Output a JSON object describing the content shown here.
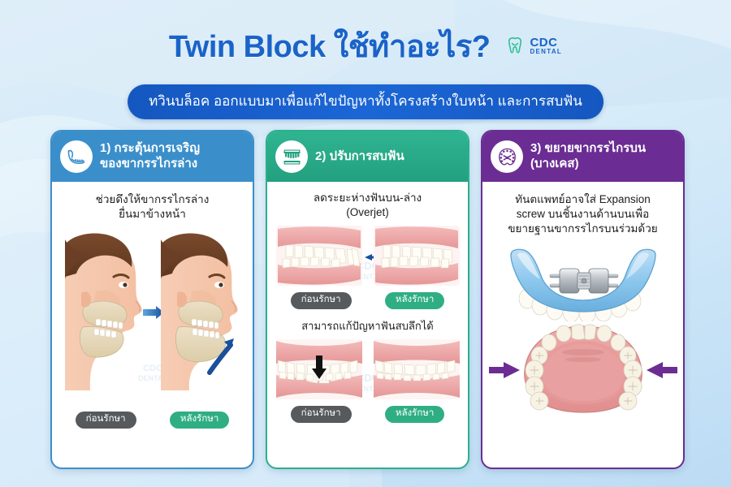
{
  "header": {
    "title_en": "Twin Block ",
    "title_th": "ใช้ทำอะไร?",
    "subtitle": "ทวินบล็อค ออกแบบมาเพื่อแก้ไขปัญหาทั้งโครงสร้างใบหน้า และการสบฟัน",
    "logo": {
      "name": "CDC",
      "tagline": "DENTAL",
      "icon": "tooth-icon"
    }
  },
  "colors": {
    "brand_blue": "#1a63c8",
    "card1": "#3a8fcb",
    "card2": "#2ab08c",
    "card3": "#6b2d93",
    "pill_before": "#565a5d",
    "pill_after": "#2fae84",
    "background_top": "#eaf5fb",
    "background_bottom": "#bcdcf4"
  },
  "labels": {
    "before": "ก่อนรักษา",
    "after": "หลังรักษา"
  },
  "watermark": "CDC DENTAL",
  "cards": [
    {
      "number": "1)",
      "icon": "mandible-jaw-icon",
      "title": "1) กระตุ้นการเจริญ\nของขากรรไกรล่าง",
      "title_line1": "1) กระตุ้นการเจริญ",
      "title_line2": "ของขากรรไกรล่าง",
      "body_line1": "ช่วยดึงให้ขากรรไกรล่าง",
      "body_line2": "ยื่นมาข้างหน้า",
      "illustration": "side-profile-face-before-after",
      "before_label": "ก่อนรักษา",
      "after_label": "หลังรักษา"
    },
    {
      "number": "2)",
      "icon": "braces-teeth-icon",
      "title": "2) ปรับการสบฟัน",
      "title_line1": "2) ปรับการสบฟัน",
      "title_line2": "",
      "section1_text_line1": "ลดระยะห่างฟันบน-ล่าง",
      "section1_text_line2": "(Overjet)",
      "section1_illustration": "side-view-teeth-overjet",
      "section2_text_line1": "สามารถแก้ปัญหาฟันสบลึกได้",
      "section2_illustration": "front-view-teeth-deepbite",
      "before_label": "ก่อนรักษา",
      "after_label": "หลังรักษา"
    },
    {
      "number": "3)",
      "icon": "palatal-expander-icon",
      "title": "3) ขยายขากรรไกรบน\n(บางเคส)",
      "title_line1": "3) ขยายขากรรไกรบน",
      "title_line2": "(บางเคส)",
      "body_line1": "ทันตแพทย์อาจใส่ Expansion",
      "body_line2": "screw บนชิ้นงานด้านบนเพื่อ",
      "body_line3": "ขยายฐานขากรรไกรบนร่วมด้วย",
      "illustration_top": "blue-expansion-appliance-with-screw",
      "illustration_bottom": "upper-arch-palate-expansion-arrows"
    }
  ]
}
